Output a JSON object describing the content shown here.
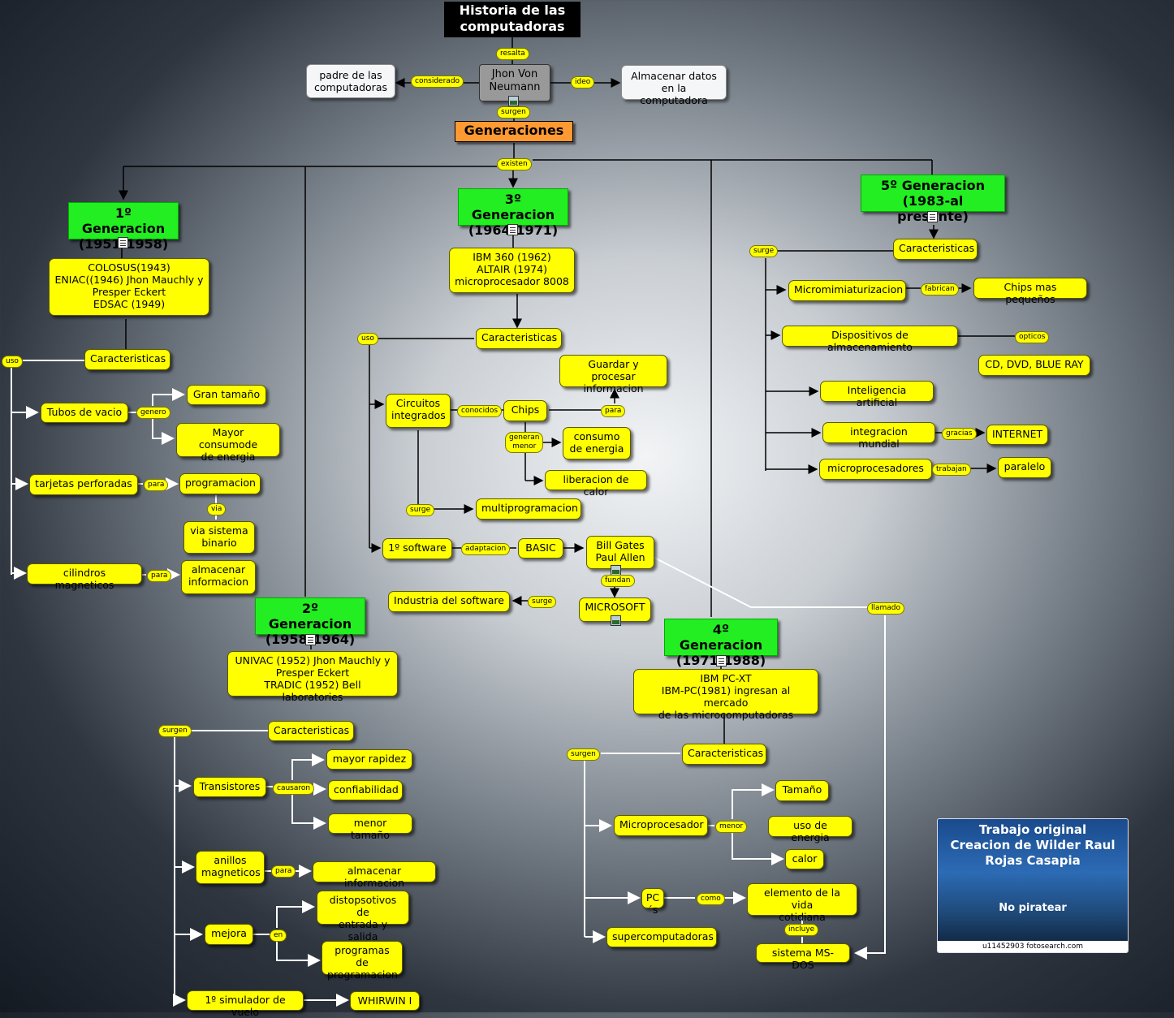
{
  "title": "Historia de las\ncomputadoras",
  "center": {
    "name": "Jhon Von\nNeumann",
    "left": "padre de las\ncomputadoras",
    "right": "Almacenar datos\nen la computadora",
    "generaciones": "Generaciones"
  },
  "labels": {
    "resalta": "resalta",
    "considerado": "considerado",
    "ideo": "ideo",
    "surgen_top": "surgen",
    "existen": "existen",
    "uso1": "uso",
    "genero": "genero",
    "para1": "para",
    "via": "via",
    "para2": "para",
    "uso3": "uso",
    "conocidos": "conocidos",
    "para3": "para",
    "generan_menor": "generan\nmenor",
    "surge3": "surge",
    "adaptacion": "adaptacion",
    "fundan": "fundan",
    "surge3b": "surge",
    "llamado": "llamado",
    "surgen2": "surgen",
    "causaron": "causaron",
    "para4": "para",
    "en": "en",
    "surgen4": "surgen",
    "menor4": "menor",
    "como": "como",
    "incluye": "incluye",
    "surge5": "surge",
    "fabrican": "fabrican",
    "opticos": "opticos",
    "gracias": "gracias",
    "trabajan": "trabajan"
  },
  "gen1": {
    "title": "1º Generacion\n(1951-1958)",
    "computers": "COLOSUS(1943)\nENIAC((1946) Jhon Mauchly y\nPresper Eckert\nEDSAC (1949)",
    "caracteristicas": "Caracteristicas",
    "tubos": "Tubos de vacio",
    "gran": "Gran tamaño",
    "consumo": "Mayor consumode\nde energia",
    "tarjetas": "tarjetas perforadas",
    "programacion": "programacion",
    "binario": "via sistema\nbinario",
    "cilindros": "cilindros magneticos",
    "almacenar": "almacenar\ninformacion"
  },
  "gen2": {
    "title": "2º Generacion\n(1958-1964)",
    "computers": "UNIVAC (1952) Jhon Mauchly y\nPresper Eckert\nTRADIC (1952) Bell laboratories",
    "caracteristicas": "Caracteristicas",
    "transistores": "Transistores",
    "rapidez": "mayor rapidez",
    "confiabilidad": "confiabilidad",
    "menor": "menor tamaño",
    "anillos": "anillos\nmagneticos",
    "almacenar": "almacenar informacion",
    "mejora": "mejora",
    "dispositivos": "distopsotivos de\nentrada y salida",
    "programas": "programas de\nprogramacion",
    "simulador": "1º simulador de vuelo",
    "whirwin": "WHIRWIN I"
  },
  "gen3": {
    "title": "3º Generacion\n(1964-1971)",
    "computers": "IBM 360 (1962)\nALTAIR (1974)\nmicroprocesador 8008",
    "caracteristicas": "Caracteristicas",
    "guardar": "Guardar y procesar\ninformacion",
    "circuitos": "Circuitos\nintegrados",
    "chips": "Chips",
    "consumo": "consumo\nde energia",
    "liberacion": "liberacion de calor",
    "multi": "multiprogramacion",
    "software": "1º software",
    "basic": "BASIC",
    "bill": "Bill Gates\nPaul Allen",
    "industria": "Industria del software",
    "microsoft": "MICROSOFT"
  },
  "gen4": {
    "title": "4º Generacion\n(1971-1988)",
    "computers": "IBM PC-XT\nIBM-PC(1981) ingresan al mercado\nde las microcomputadoras",
    "caracteristicas": "Caracteristicas",
    "tamano": "Tamaño",
    "uso": "uso de energia",
    "calor": "calor",
    "micro": "Microprocesador",
    "pcs": "PC´s",
    "elemento": "elemento de la vida\ncotidiana",
    "super": "supercomputadoras",
    "msdos": "sistema MS-DOS"
  },
  "gen5": {
    "title": "5º Generacion\n(1983-al presente)",
    "caracteristicas": "Caracteristicas",
    "micromini": "Micromimiaturizacion",
    "chips": "Chips mas pequeños",
    "dispositivos": "Dispositivos de almacenamiento",
    "cd": "CD, DVD, BLUE RAY",
    "ia": "Inteligencia artificial",
    "integracion": "integracion mundial",
    "internet": "INTERNET",
    "micro": "microprocesadores",
    "paralelo": "paralelo"
  },
  "credit": {
    "text": "Trabajo original\nCreacion de Wilder Raul\nRojas  Casapia",
    "nopiratear": "No piratear",
    "code": "u11452903 fotosearch.com"
  },
  "colors": {
    "node": "#ffff00",
    "gen": "#22ee22",
    "generaciones": "#ff9a33",
    "title_bg": "#000000",
    "link_dark": "#000000",
    "link_light": "#ffffff"
  }
}
